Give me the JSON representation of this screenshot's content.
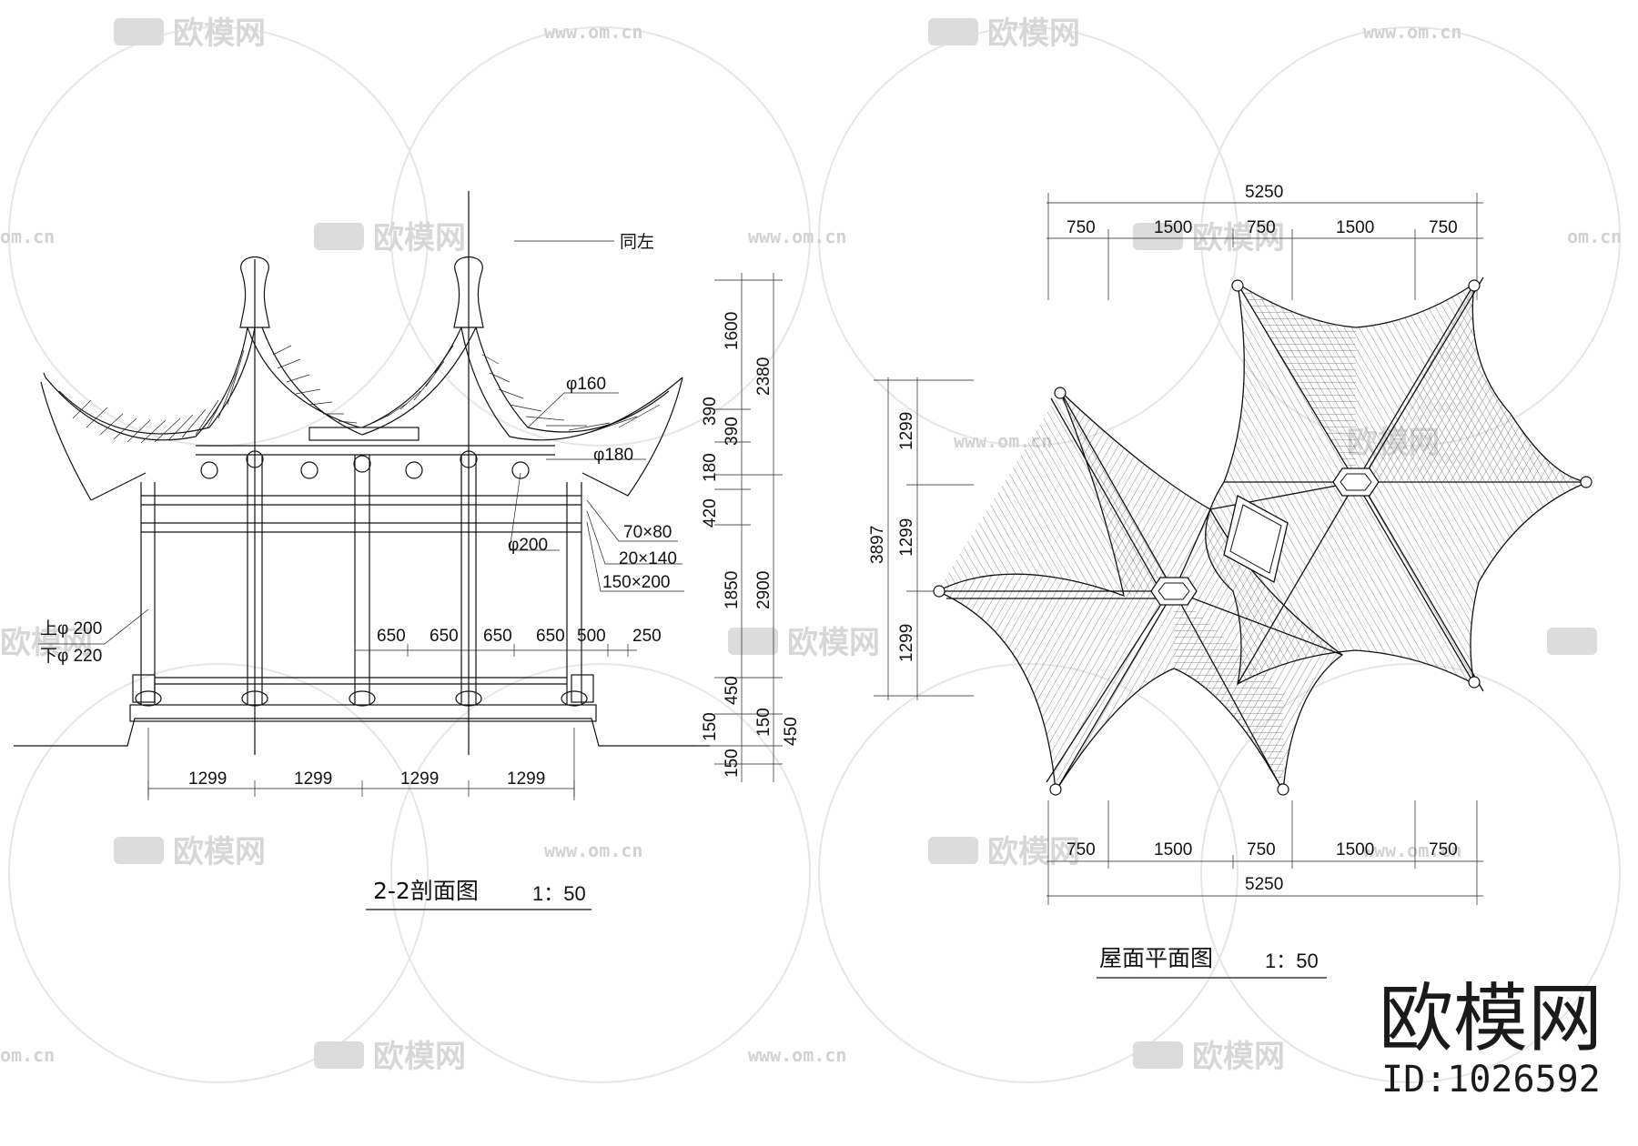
{
  "section_drawing": {
    "title": "2-2剖面图",
    "scale": "1：50",
    "note_same_left": "同左",
    "callouts": {
      "phi160": "φ160",
      "phi180": "φ180",
      "phi200": "φ200",
      "s70x80": "70×80",
      "s20x140": "20×140",
      "s150x200": "150×200",
      "col_upper": "上φ 200",
      "col_lower": "下φ 220"
    },
    "top_dims": [
      "650",
      "650",
      "650",
      "650",
      "500",
      "250"
    ],
    "bottom_dims": [
      "1299",
      "1299",
      "1299",
      "1299"
    ],
    "vertical_dims_inner": [
      "1600",
      "390",
      "390",
      "180",
      "420",
      "1850",
      "450",
      "150",
      "150"
    ],
    "vertical_dims_outer": [
      "2380",
      "2900",
      "150",
      "450"
    ]
  },
  "roof_plan": {
    "title": "屋面平面图",
    "scale": "1：50",
    "top_total": "5250",
    "top_dims": [
      "750",
      "1500",
      "750",
      "1500",
      "750"
    ],
    "bottom_dims": [
      "750",
      "1500",
      "750",
      "1500",
      "750"
    ],
    "bottom_total": "5250",
    "left_total": "3897",
    "left_dims": [
      "1299",
      "1299",
      "1299"
    ]
  },
  "watermark": {
    "brand": "欧模网",
    "url": "www.om.cn",
    "url_short": "om.cn",
    "id_label": "ID:1026592"
  },
  "colors": {
    "ink": "#111111",
    "watermark": "#d7d7d7",
    "background": "#ffffff"
  }
}
